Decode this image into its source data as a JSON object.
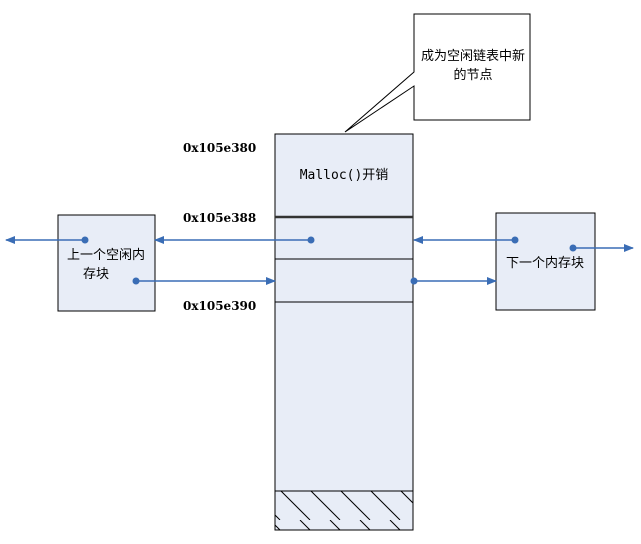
{
  "callout": {
    "line1": "成为空闲链表中新",
    "line2": "的节点"
  },
  "addresses": {
    "a1": "0x105e380",
    "a2": "0x105e388",
    "a3": "0x105e390"
  },
  "header_label": "Malloc()开销",
  "prev_block": {
    "line1": "上一个空闲内",
    "line2": "存块"
  },
  "next_block": {
    "label": "下一个内存块"
  },
  "colors": {
    "fill": "#e8edf7",
    "arrow": "#3a6db5",
    "border": "#000000"
  }
}
